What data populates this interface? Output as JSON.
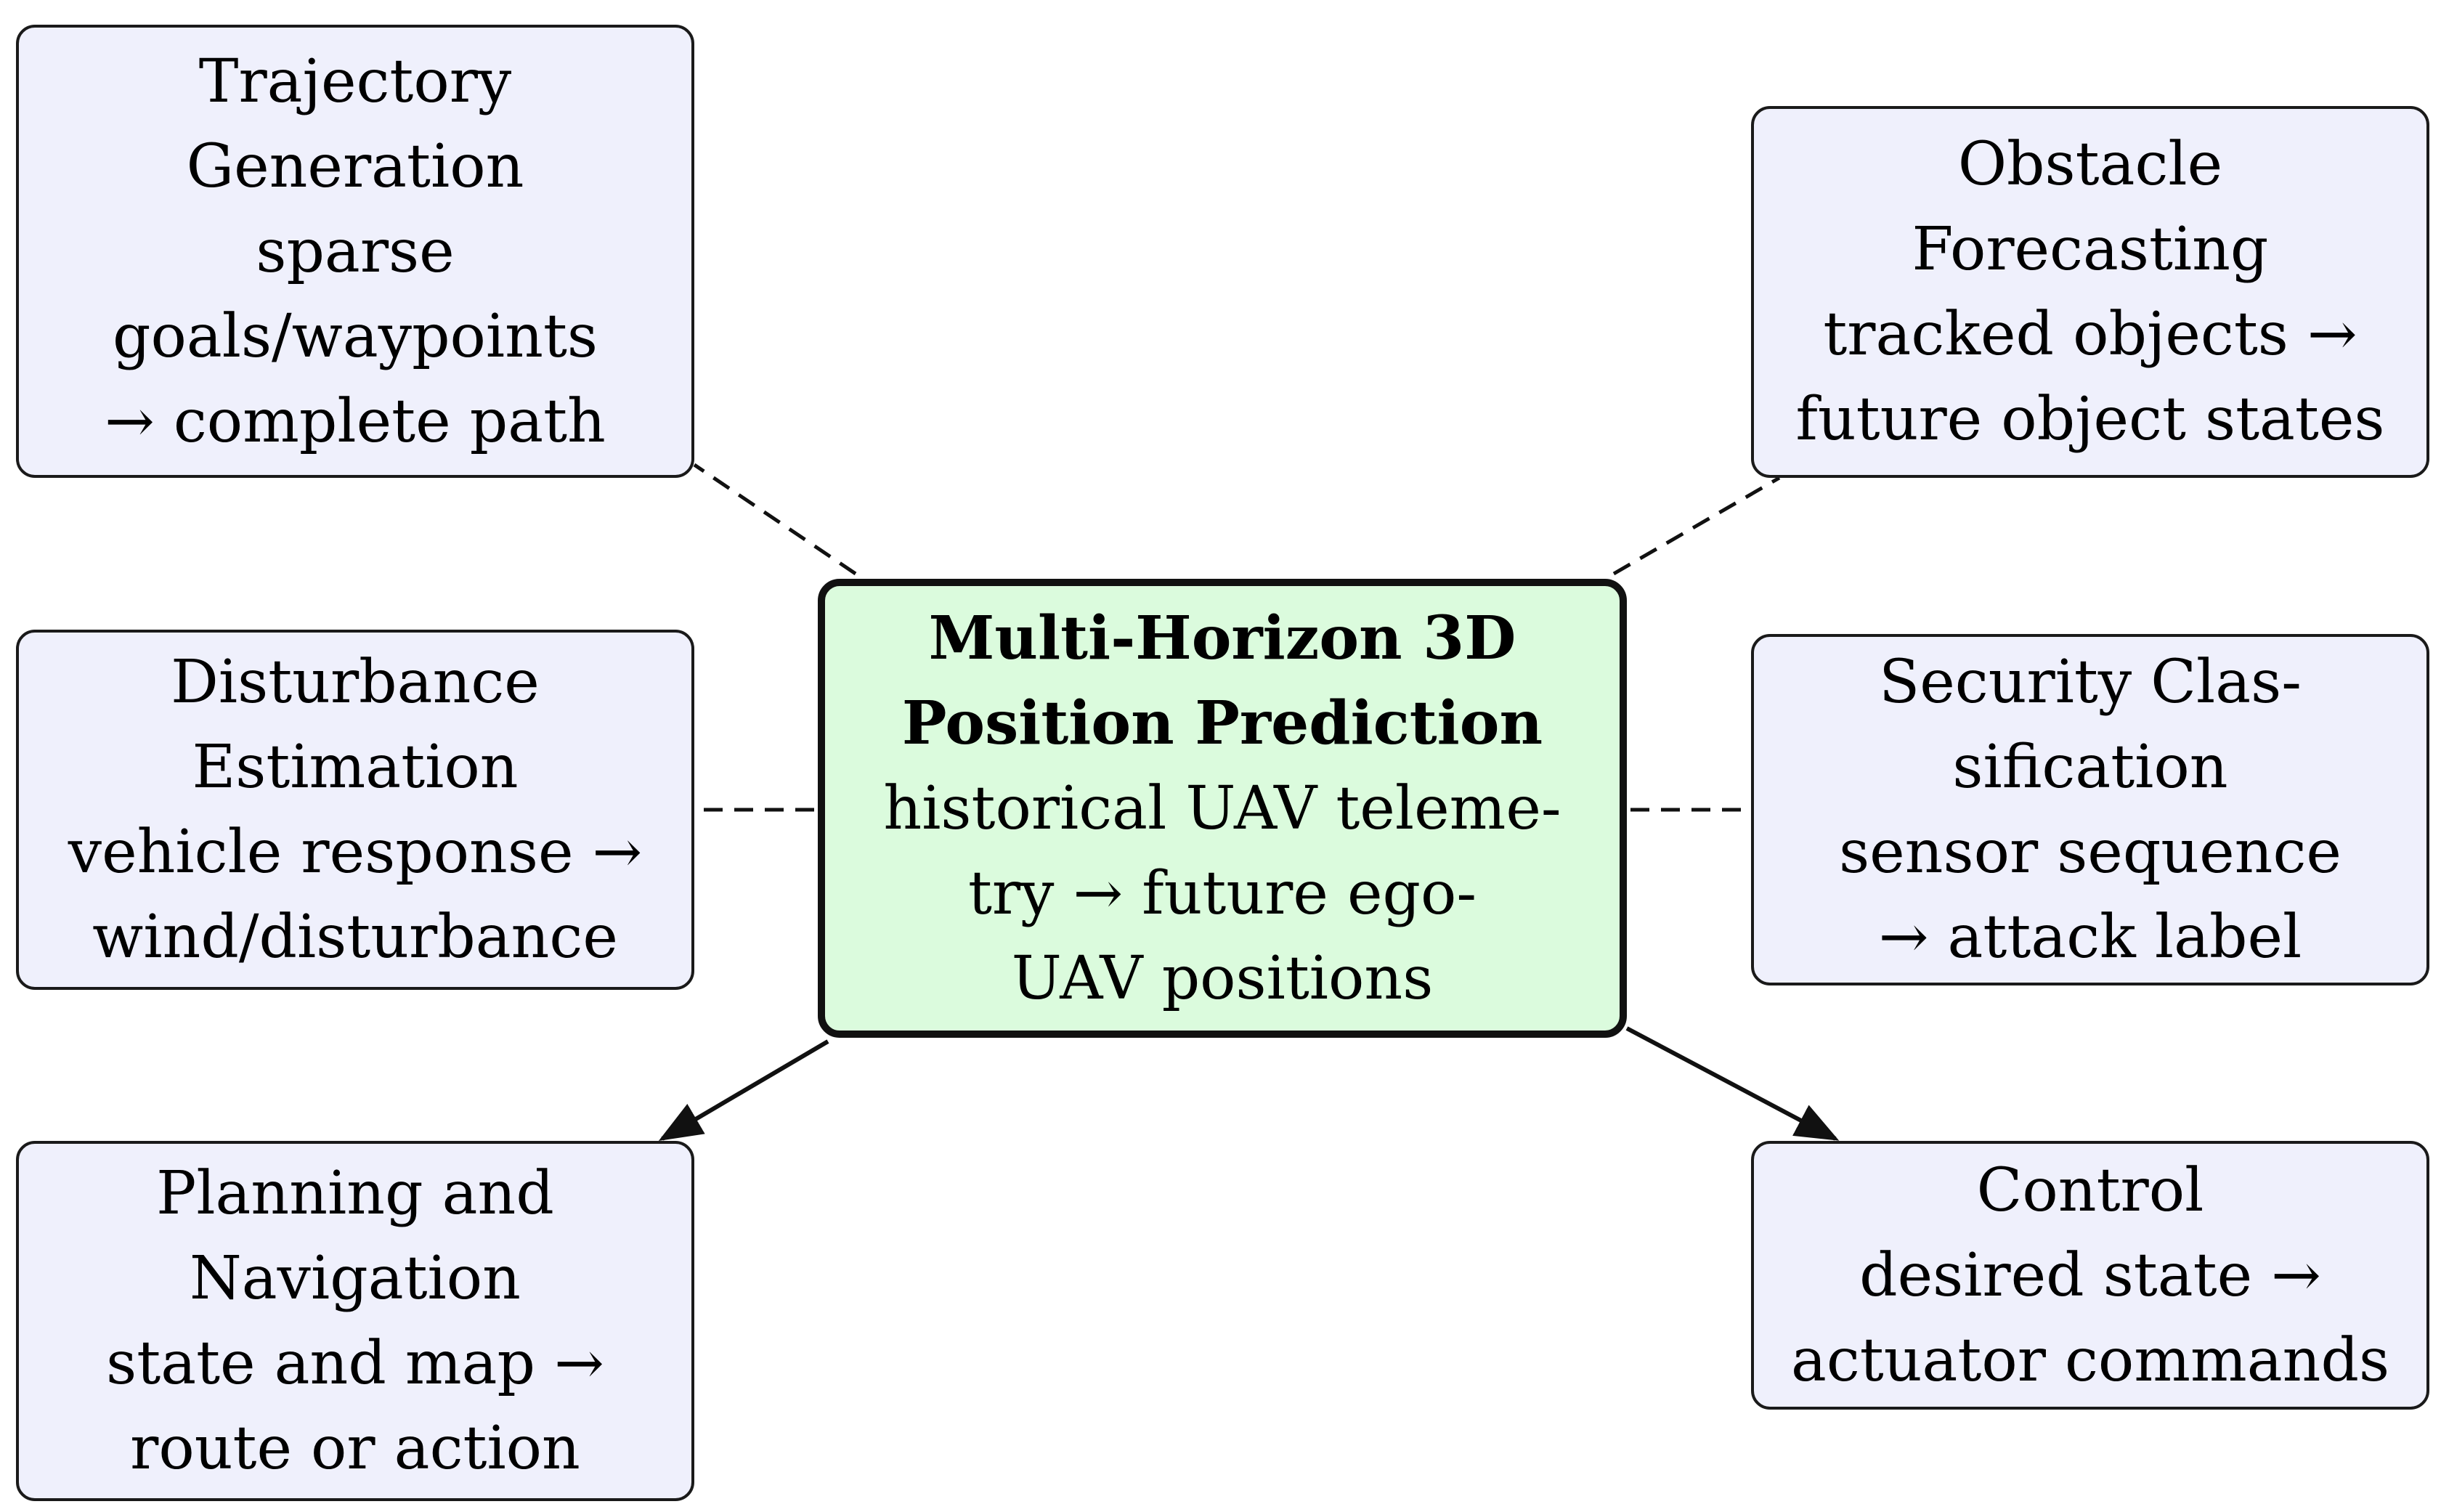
{
  "center": {
    "title_lines": [
      "Multi-Horizon 3D",
      "Position Prediction"
    ],
    "body_lines": [
      "historical UAV teleme-",
      "try → future ego-",
      "UAV positions"
    ]
  },
  "tasks": {
    "trajectory": {
      "lines": [
        "Trajectory",
        "Generation",
        "sparse",
        "goals/waypoints",
        "→ complete path"
      ]
    },
    "obstacle": {
      "lines": [
        "Obstacle",
        "Forecasting",
        "tracked objects →",
        "future object states"
      ]
    },
    "disturbance": {
      "lines": [
        "Disturbance",
        "Estimation",
        "vehicle response →",
        "wind/disturbance"
      ]
    },
    "security": {
      "lines": [
        "Security Clas-",
        "sification",
        "sensor sequence",
        "→ attack label"
      ]
    },
    "planning": {
      "lines": [
        "Planning and",
        "Navigation",
        "state and map →",
        "route or action"
      ]
    },
    "control": {
      "lines": [
        "Control",
        "desired state →",
        "actuator commands"
      ]
    }
  },
  "connections": [
    {
      "from": "center",
      "to": "trajectory",
      "style": "dashed"
    },
    {
      "from": "center",
      "to": "obstacle",
      "style": "dashed"
    },
    {
      "from": "center",
      "to": "disturbance",
      "style": "dashed"
    },
    {
      "from": "center",
      "to": "security",
      "style": "dashed"
    },
    {
      "from": "center",
      "to": "planning",
      "style": "arrow"
    },
    {
      "from": "center",
      "to": "control",
      "style": "arrow"
    }
  ],
  "colors": {
    "center_fill": "#dbfbdd",
    "task_fill": "#eff0fc",
    "stroke": "#111111"
  }
}
